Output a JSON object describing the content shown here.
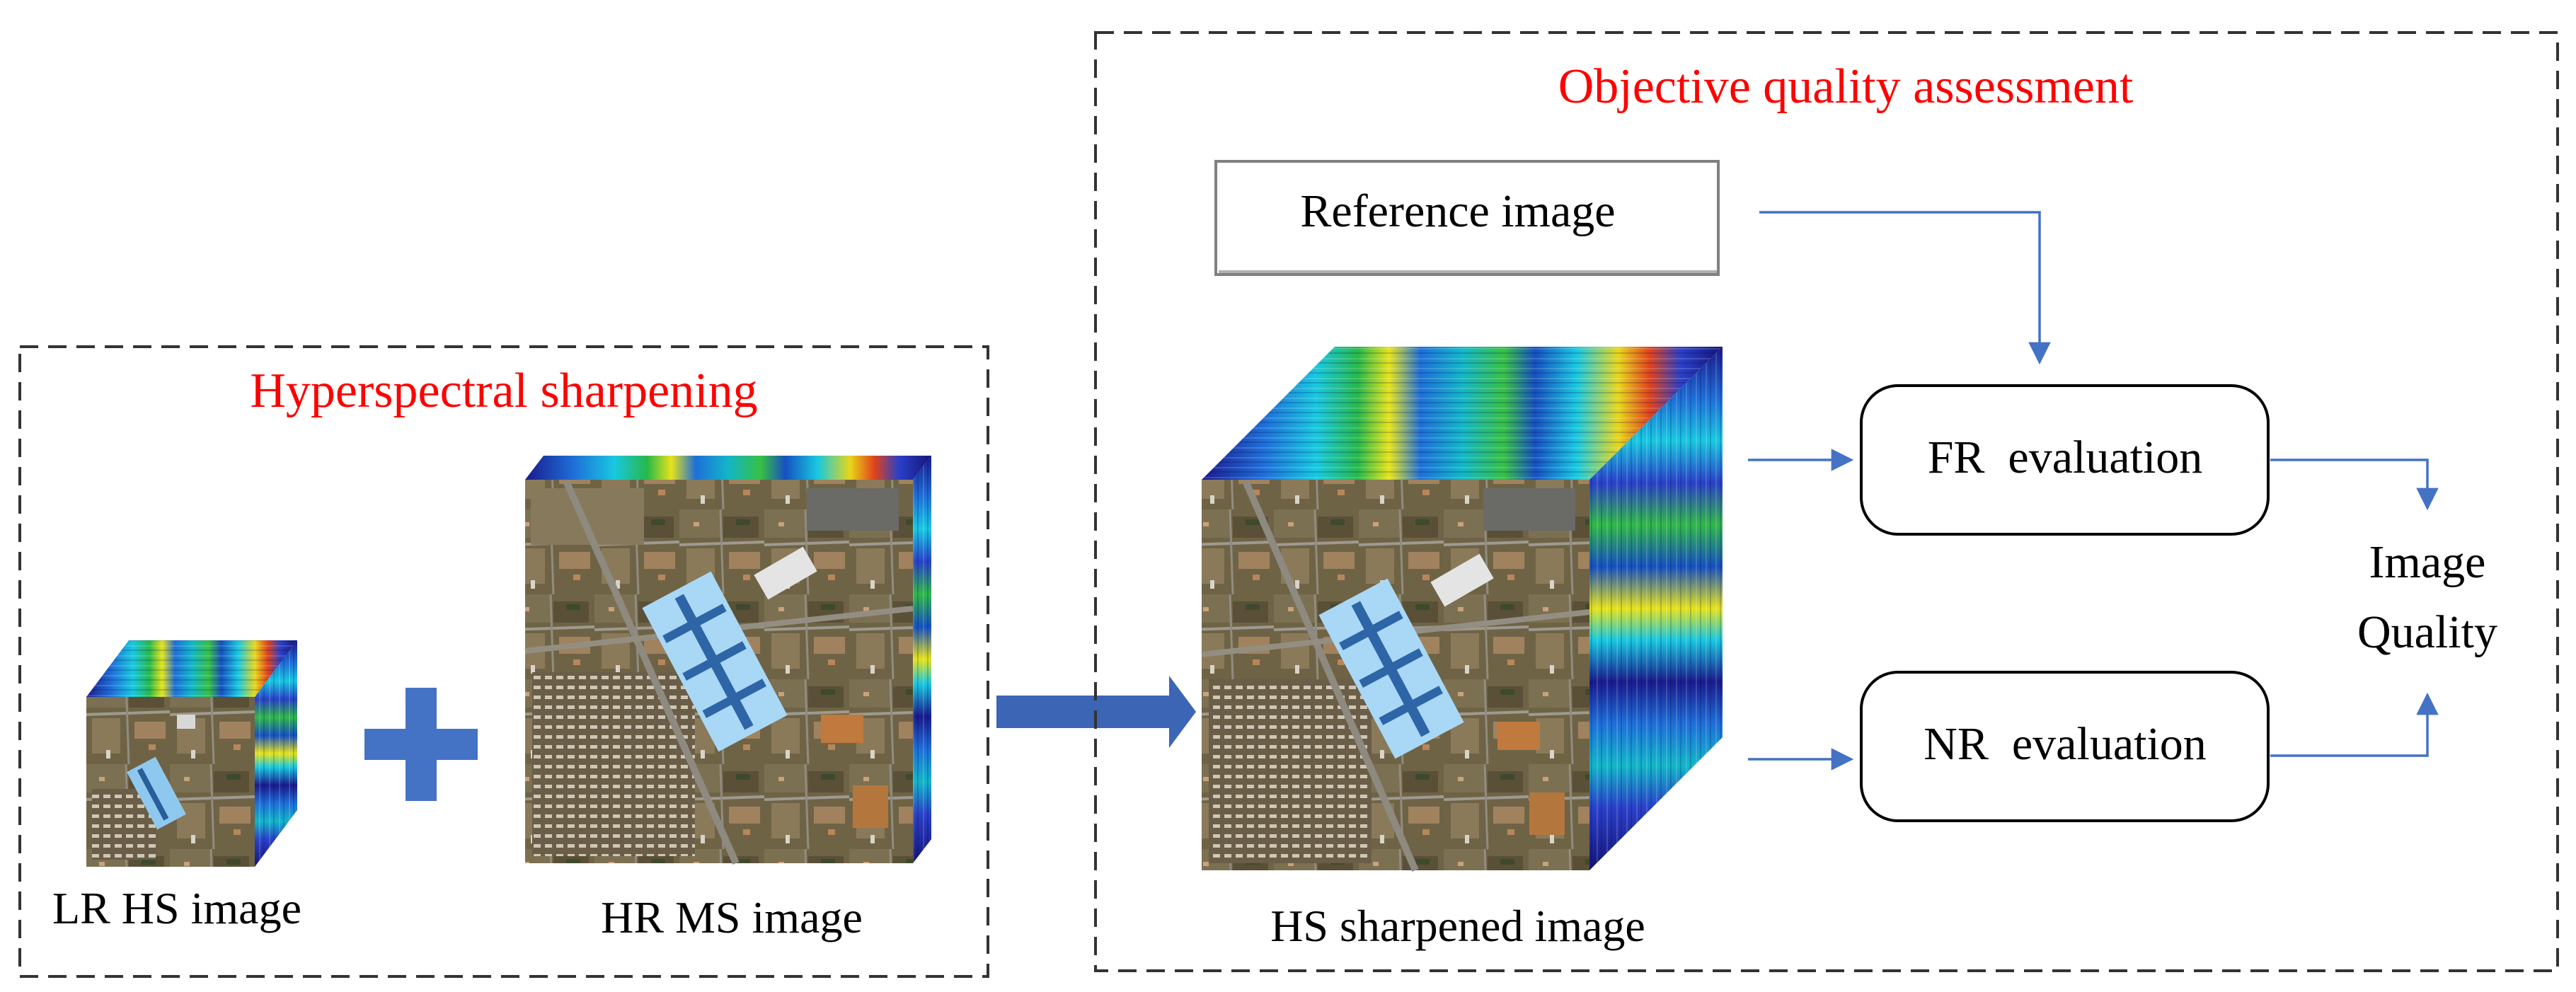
{
  "colors": {
    "section_title": "#ff0000",
    "text": "#000000",
    "flow_line": "#4472c4",
    "big_arrow": "#3c65b5",
    "plus_sign": "#4472c4",
    "dashed_border": "#333333"
  },
  "sharpening_section": {
    "title": "Hyperspectral sharpening",
    "lr_hs_label": "LR HS image",
    "hr_ms_label": "HR MS image",
    "plus_icon": "plus-icon"
  },
  "assessment_section": {
    "title": "Objective quality assessment",
    "reference_label": "Reference image",
    "sharpened_label": "HS sharpened image",
    "fr_label": "FR  evaluation",
    "nr_label": "NR  evaluation",
    "quality_line1": "Image",
    "quality_line2": "Quality"
  }
}
